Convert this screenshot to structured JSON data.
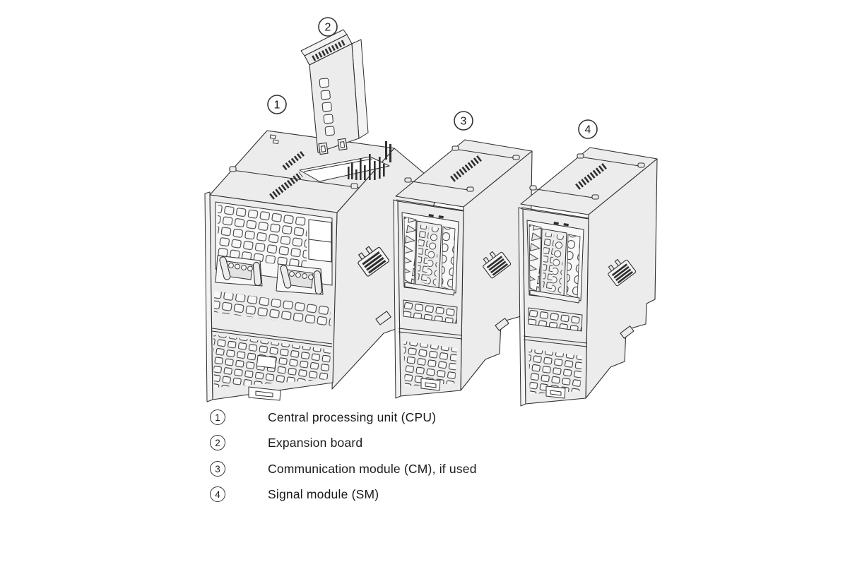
{
  "figure": {
    "kind": "exploded-assembly-technical-drawing",
    "subject": "PLC module assembly"
  },
  "legend": {
    "items": [
      {
        "number": "1",
        "label": "Central processing unit (CPU)"
      },
      {
        "number": "2",
        "label": "Expansion board"
      },
      {
        "number": "3",
        "label": "Communication module (CM), if used"
      },
      {
        "number": "4",
        "label": "Signal module (SM)"
      }
    ]
  },
  "colors": {
    "outline": "#2f2f2f",
    "body_fill": "#ececec",
    "recess_fill": "#f8f8f8",
    "background": "#ffffff",
    "text": "#1a1a1a"
  }
}
